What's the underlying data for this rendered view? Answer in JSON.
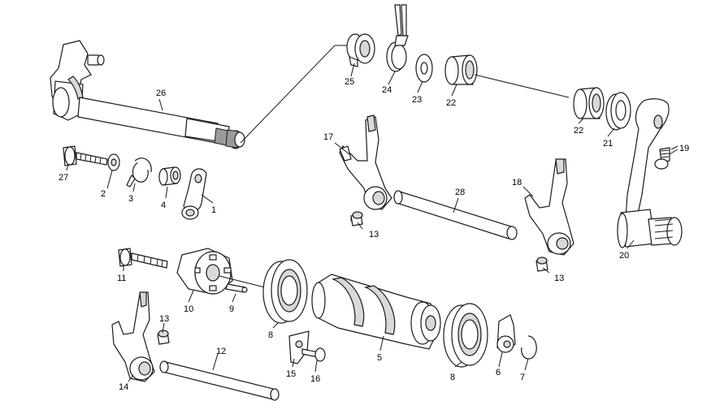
{
  "parts": [
    {
      "key": "p26",
      "label": "26"
    },
    {
      "key": "p25",
      "label": "25"
    },
    {
      "key": "p24",
      "label": "24"
    },
    {
      "key": "p23",
      "label": "23"
    },
    {
      "key": "p22a",
      "label": "22"
    },
    {
      "key": "p22b",
      "label": "22"
    },
    {
      "key": "p21",
      "label": "21"
    },
    {
      "key": "p19",
      "label": "19"
    },
    {
      "key": "p20",
      "label": "20"
    },
    {
      "key": "p17",
      "label": "17"
    },
    {
      "key": "p28",
      "label": "28"
    },
    {
      "key": "p18",
      "label": "18"
    },
    {
      "key": "p13a",
      "label": "13"
    },
    {
      "key": "p13b",
      "label": "13"
    },
    {
      "key": "p13c",
      "label": "13"
    },
    {
      "key": "p27",
      "label": "27"
    },
    {
      "key": "p2",
      "label": "2"
    },
    {
      "key": "p3",
      "label": "3"
    },
    {
      "key": "p4",
      "label": "4"
    },
    {
      "key": "p1",
      "label": "1"
    },
    {
      "key": "p11",
      "label": "11"
    },
    {
      "key": "p10",
      "label": "10"
    },
    {
      "key": "p9",
      "label": "9"
    },
    {
      "key": "p8a",
      "label": "8"
    },
    {
      "key": "p5",
      "label": "5"
    },
    {
      "key": "p8b",
      "label": "8"
    },
    {
      "key": "p6",
      "label": "6"
    },
    {
      "key": "p7",
      "label": "7"
    },
    {
      "key": "p12",
      "label": "12"
    },
    {
      "key": "p14",
      "label": "14"
    },
    {
      "key": "p15",
      "label": "15"
    },
    {
      "key": "p16",
      "label": "16"
    }
  ]
}
